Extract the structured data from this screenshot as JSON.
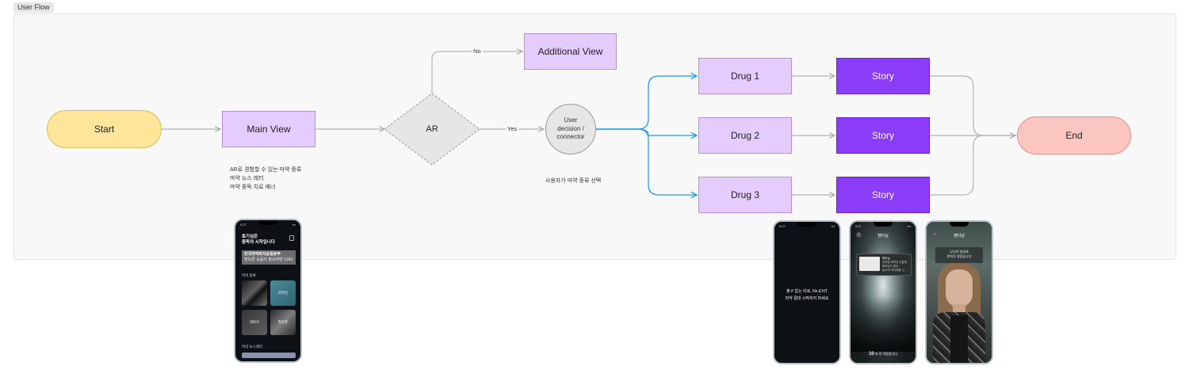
{
  "frame": {
    "label": "User Flow"
  },
  "nodes": {
    "start": "Start",
    "main_view": "Main View",
    "ar": "AR",
    "additional_view": "Additional View",
    "decision": [
      "User",
      "decision /",
      "connector"
    ],
    "drug1": "Drug 1",
    "drug2": "Drug 2",
    "drug3": "Drug 3",
    "story1": "Story",
    "story2": "Story",
    "story3": "Story",
    "end": "End"
  },
  "edges": {
    "no_label": "No",
    "yes_label": "Yes"
  },
  "notes": {
    "main_view": [
      "AR로 경험할 수 있는 마약 종류",
      "마약 뉴스 레터",
      "마약 중독 치료 배너"
    ],
    "decision": "사용자가 마약 종류 선택"
  },
  "phones": {
    "main": {
      "time": "9:27",
      "title": [
        "호기심은",
        "중독의 시작입니다"
      ],
      "banner": [
        "한국마약퇴치운동본부",
        "명보른 도움이 필요하면 1342"
      ],
      "section_types": "마약 종류",
      "tiles": [
        "",
        "코카인",
        "대마초",
        "필로폰"
      ],
      "section_news": "마약 뉴스레터"
    },
    "exit": {
      "time": "9:27",
      "text": [
        "출구 없는 미로, No EXIT",
        "마약 절대 시작하지 마세요"
      ]
    },
    "tunnel": {
      "time": "9:27",
      "header": "펜타닐",
      "popup": [
        "펜타닐",
        "강력한 마약성 진통제",
        "중독성이 매우",
        "높으며 과다복용 시"
      ],
      "countdown_number": "10",
      "countdown_suffix": "초 후 이동합니다"
    },
    "face": {
      "header": "펜타닐",
      "bubble": [
        "당신의 얼굴에",
        "변화가 생겼습니다"
      ]
    }
  },
  "colors": {
    "start_fill": "#fde59a",
    "process_fill": "#e5ccff",
    "story_fill": "#8b3cf6",
    "end_fill": "#fcc6c0",
    "decision_fill": "#e6e6e6",
    "highlight_wire": "#1d9bf0",
    "wire": "#b3b3b3"
  }
}
